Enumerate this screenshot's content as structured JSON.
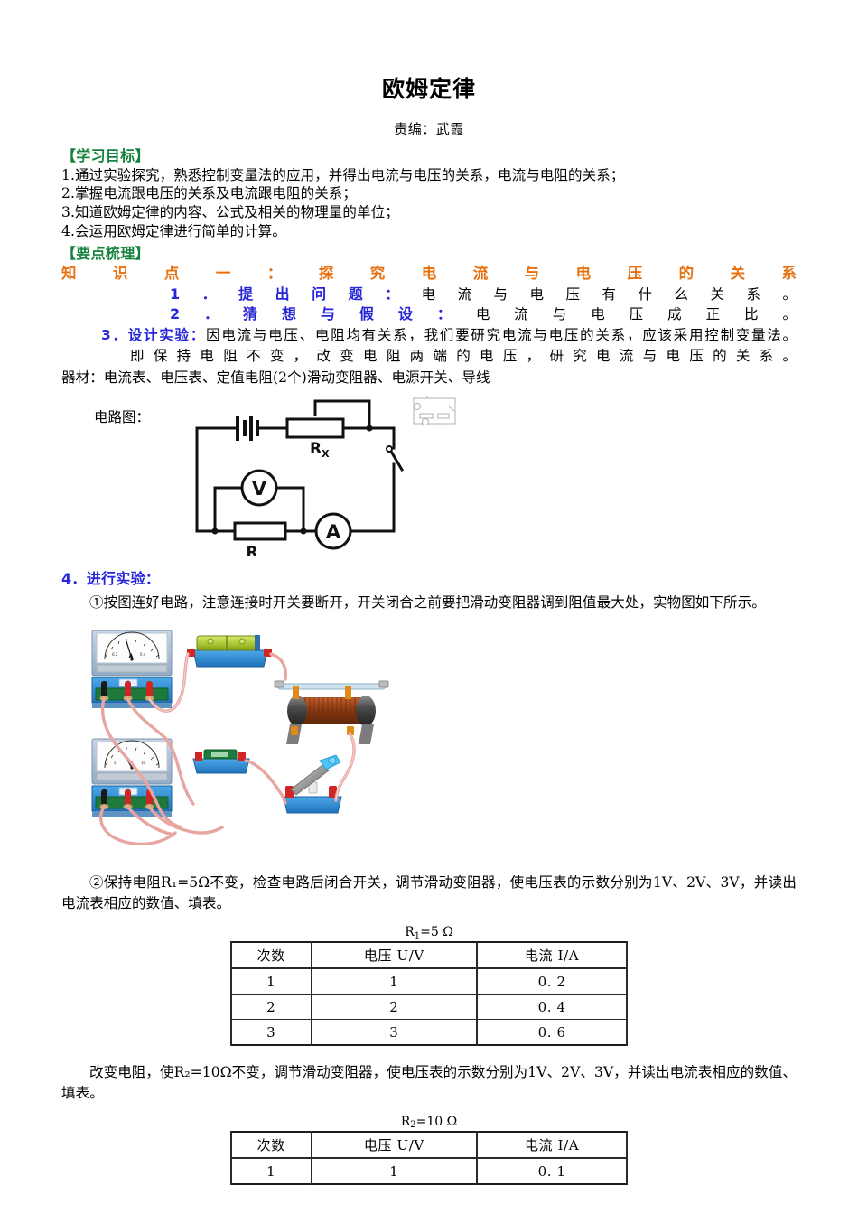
{
  "doc": {
    "title": "欧姆定律",
    "byline": "责编：武霞"
  },
  "objectives": {
    "heading": "【学习目标】",
    "items": [
      "1.通过实验探究，熟悉控制变量法的应用，并得出电流与电压的关系，电流与电阻的关系；",
      "2.掌握电流跟电压的关系及电流跟电阻的关系；",
      "3.知道欧姆定律的内容、公式及相关的物理量的单位；",
      "4.会运用欧姆定律进行简单的计算。"
    ]
  },
  "review": {
    "heading": "【要点梳理】",
    "point_one_title": "知识点一：探究电流与电压的关系",
    "step1_label": "1．提出问题：",
    "step1_text": "电流与电压有什么关系。",
    "step2_label": "2．猜想与假设：",
    "step2_text": "电流与电压成正比。",
    "step3_label": "3．设计实验：",
    "step3_text": "因电流与电压、电阻均有关系，我们要研究电流与电压的关系，应该采用控制变量法。",
    "step3_text2": "即保持电阻不变，改变电阻两端的电压，研究电流与电压的关系。",
    "equipment": "器材：电流表、电压表、定值电阻(2个)滑动变阻器、电源开关、导线"
  },
  "circuit": {
    "label": "电路图：",
    "rheostat_label": "R",
    "rheostat_sub": "X",
    "resistor_label": "R",
    "voltmeter_label": "V",
    "ammeter_label": "A"
  },
  "experiment": {
    "heading": "4．进行实验：",
    "step1": "①按图连好电路，注意连接时开关要断开，开关闭合之前要把滑动变阻器调到阻值最大处，实物图如下所示。",
    "step2": "②保持电阻R₁=5Ω不变，检查电路后闭合开关，调节滑动变阻器，使电压表的示数分别为1V、2V、3V，并读出电流表相应的数值、填表。",
    "step3": "改变电阻，使R₂=10Ω不变，调节滑动变阻器，使电压表的示数分别为1V、2V、3V，并读出电流表相应的数值、填表。"
  },
  "tables": [
    {
      "caption_prefix": "R",
      "caption_sub": "1",
      "caption_suffix": "=5 Ω",
      "headers": [
        "次数",
        "电压 U/V",
        "电流 I/A"
      ],
      "rows": [
        [
          "1",
          "1",
          "0. 2"
        ],
        [
          "2",
          "2",
          "0. 4"
        ],
        [
          "3",
          "3",
          "0. 6"
        ]
      ]
    },
    {
      "caption_prefix": "R",
      "caption_sub": "2",
      "caption_suffix": "=10 Ω",
      "headers": [
        "次数",
        "电压 U/V",
        "电流 I/A"
      ],
      "rows": [
        [
          "1",
          "1",
          "0. 1"
        ]
      ]
    }
  ],
  "colors": {
    "green_heading": "#16813d",
    "orange_heading": "#e8700f",
    "blue_item": "#2626d8"
  }
}
